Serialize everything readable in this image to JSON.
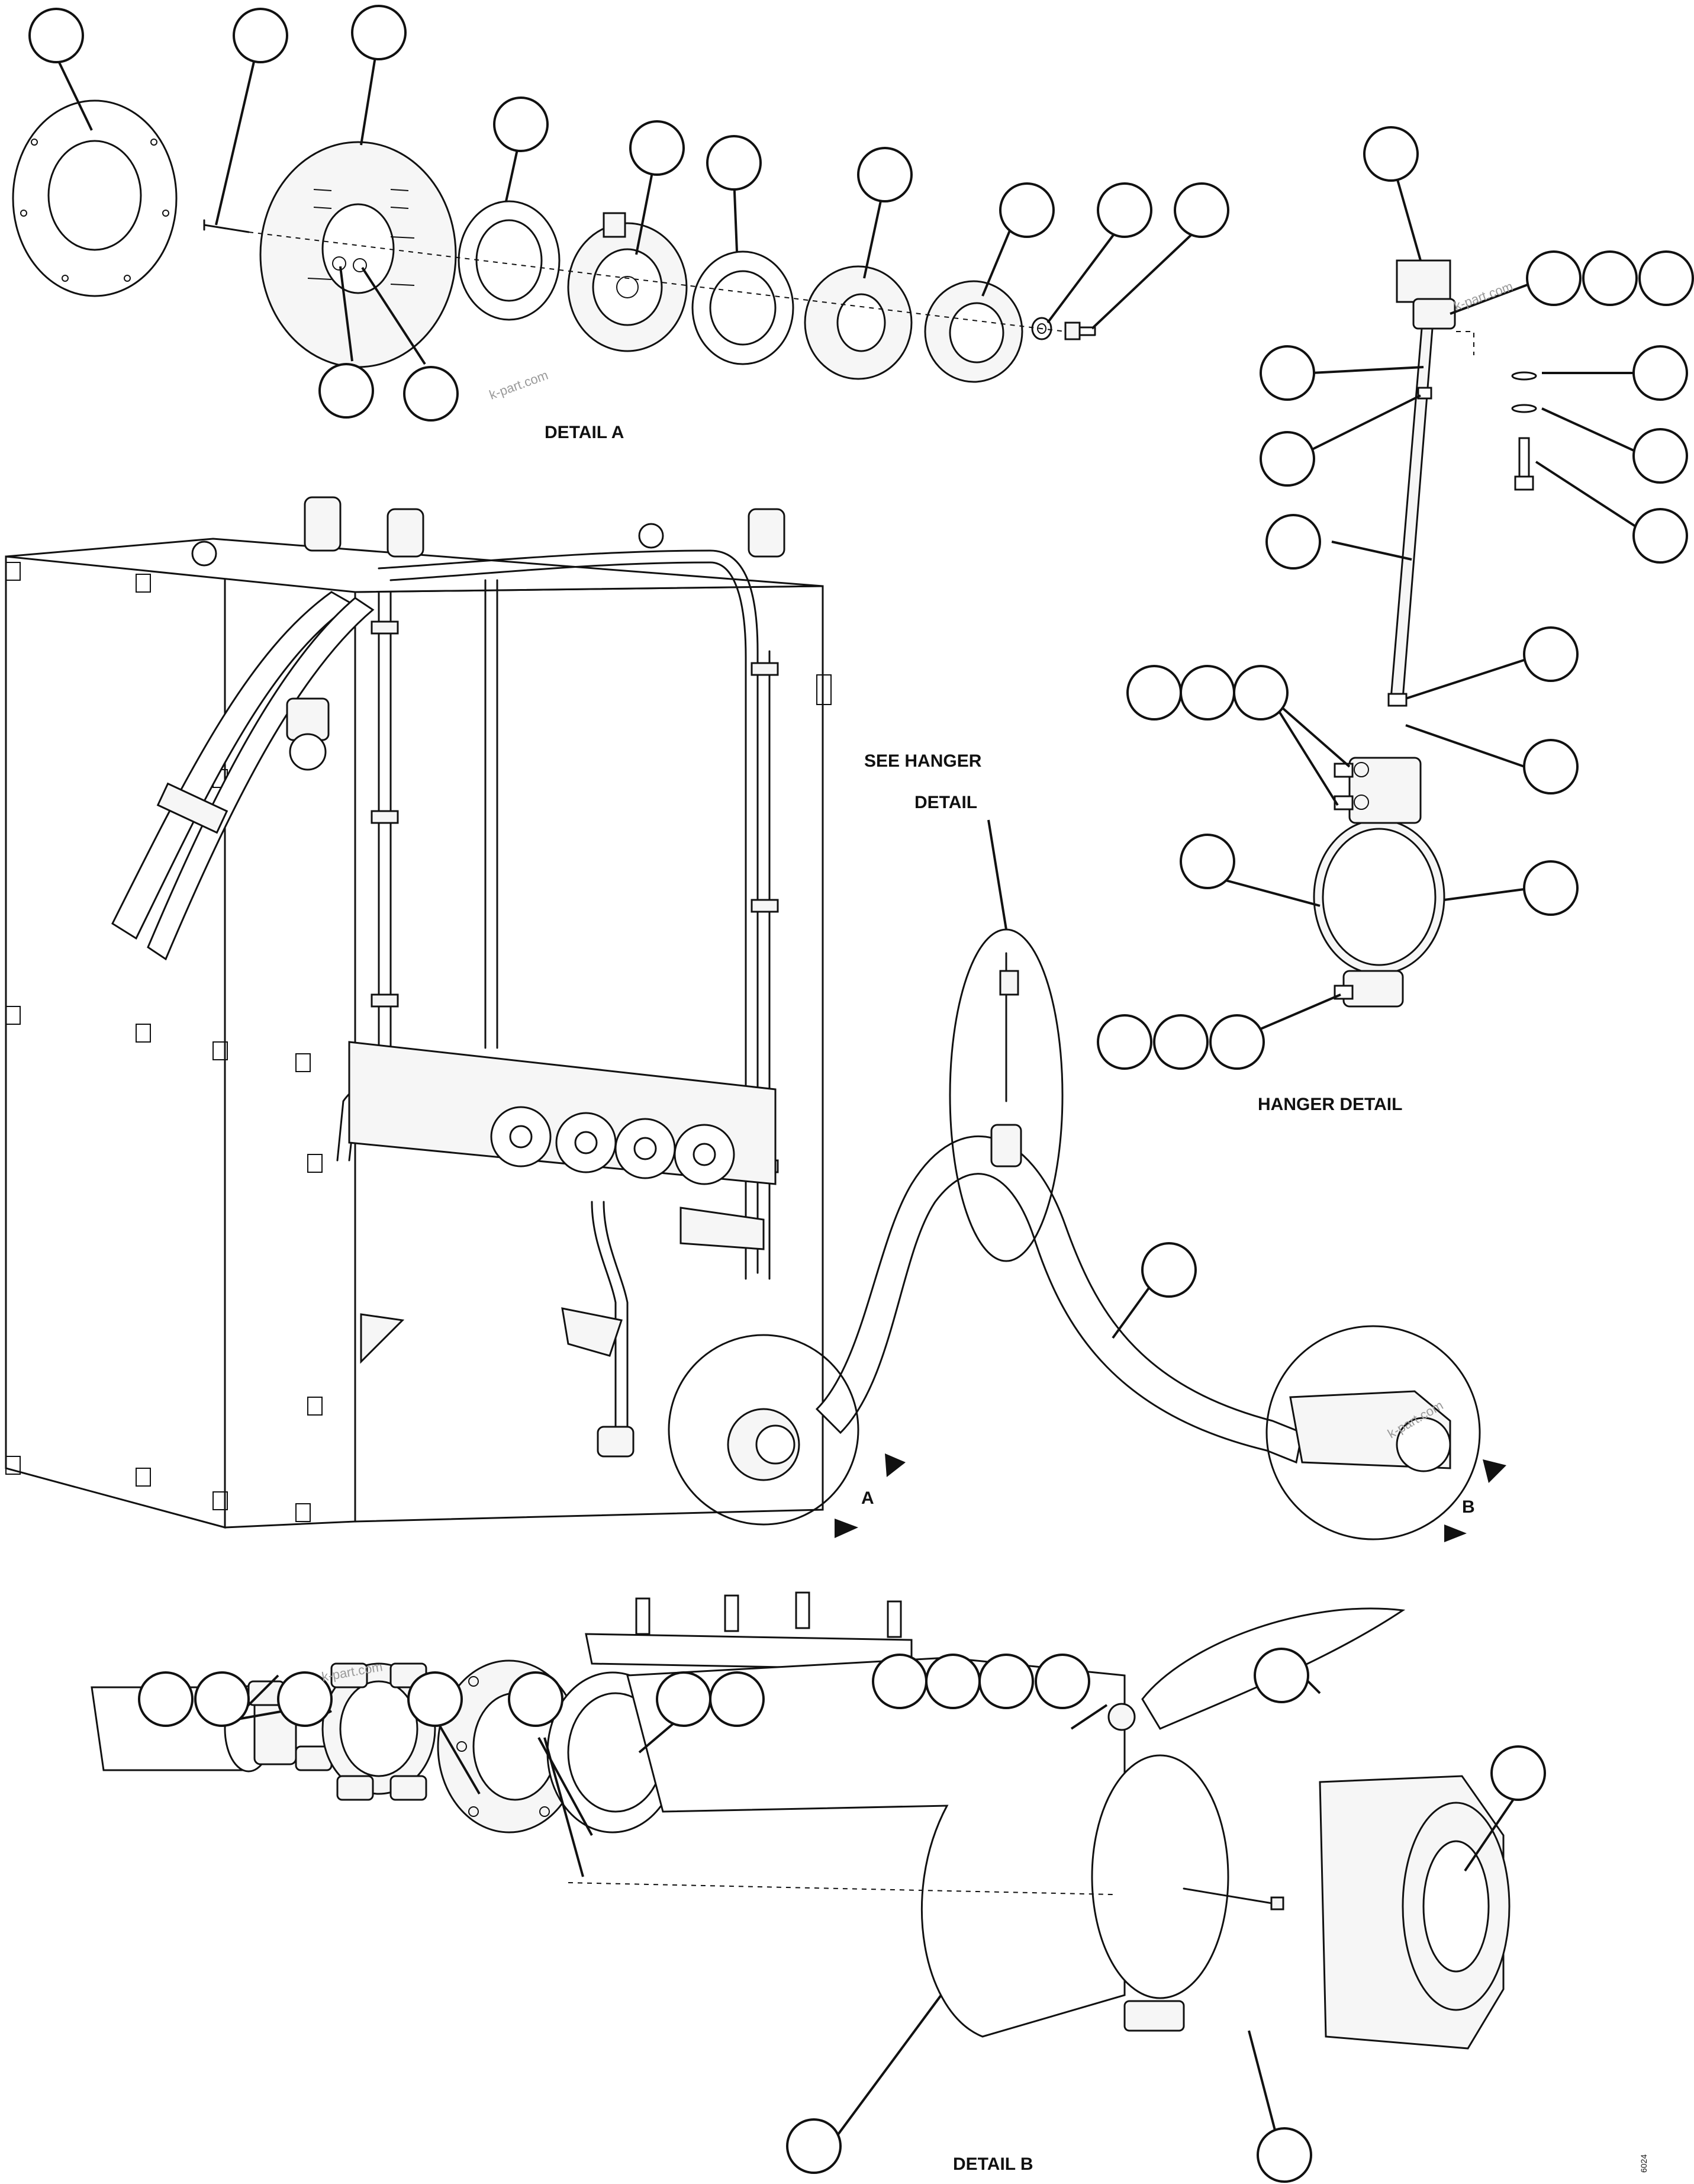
{
  "labels": {
    "detail_a": "DETAIL A",
    "detail_b": "DETAIL B",
    "hanger_detail": "HANGER DETAIL",
    "see_hanger_line1": "SEE HANGER",
    "see_hanger_line2": "DETAIL",
    "view_a": "A",
    "view_b": "B",
    "drawing_code": "6024"
  },
  "watermarks": [
    "k-part.com",
    "k-part.com",
    "k-part.com",
    "k-part.com"
  ],
  "callouts": {
    "detail_a": [
      "",
      "",
      "",
      "",
      "",
      "",
      "",
      "",
      "",
      "",
      "",
      "",
      ""
    ],
    "hanger": [
      "",
      "",
      "",
      "",
      "",
      "",
      "",
      "",
      "",
      "",
      "",
      "",
      "",
      "",
      "",
      "",
      "",
      "",
      "",
      ""
    ],
    "main": [
      ""
    ],
    "detail_b": [
      "",
      "",
      "",
      "",
      "",
      "",
      "",
      "",
      "",
      "",
      "",
      "",
      "",
      "",
      ""
    ]
  },
  "colors": {
    "line": "#111111",
    "paper": "#ffffff",
    "watermark": "#9a9a9a"
  }
}
